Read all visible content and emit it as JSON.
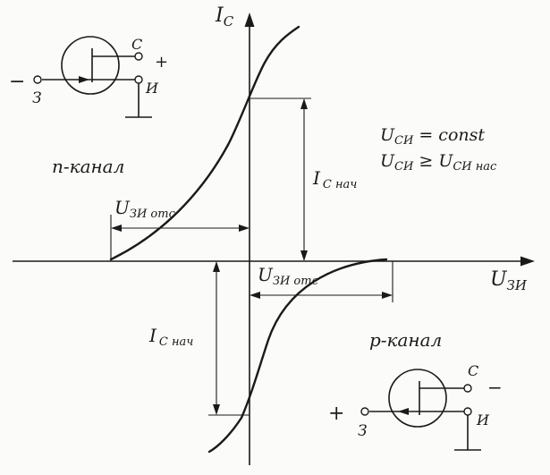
{
  "axes": {
    "y_label_main": "I",
    "y_label_sub": "С",
    "x_label_main": "U",
    "x_label_sub": "ЗИ"
  },
  "conditions": {
    "line1_main": "U",
    "line1_sub": "СИ",
    "line1_rest": " = const",
    "line2_main": "U",
    "line2_sub": "СИ",
    "line2_op": " ≥ ",
    "line2_main2": "U",
    "line2_sub2": "СИ нас"
  },
  "n_channel": {
    "label": "n-канал",
    "pinch_main": "U",
    "pinch_sub": "ЗИ отс",
    "ic_main": "I",
    "ic_sub": "С нач",
    "symbol": {
      "drain": "С",
      "source": "И",
      "gate": "З",
      "drain_polarity": "+",
      "gate_polarity": "−"
    }
  },
  "p_channel": {
    "label": "p-канал",
    "pinch_main": "U",
    "pinch_sub": "ЗИ отс",
    "ic_main": "I",
    "ic_sub": "С нач",
    "symbol": {
      "drain": "С",
      "source": "И",
      "gate": "З",
      "drain_polarity": "−",
      "gate_polarity": "+"
    }
  }
}
